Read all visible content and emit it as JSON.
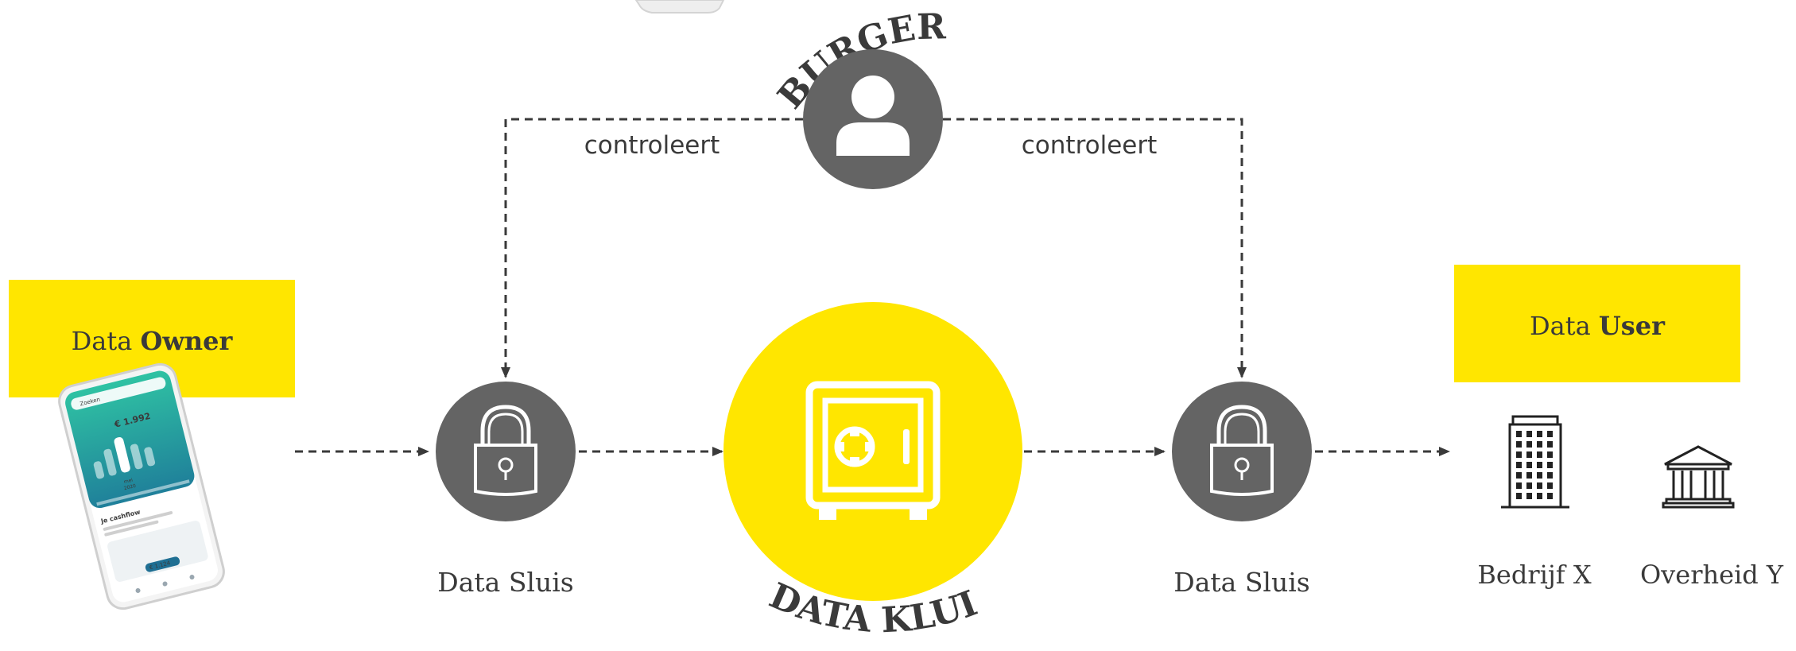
{
  "burger": {
    "label": "BURGER"
  },
  "vault": {
    "label": "DATA KLUIS"
  },
  "owner": {
    "prefix": "Data ",
    "strong": "Owner"
  },
  "user": {
    "prefix": "Data ",
    "strong": "User"
  },
  "sluis_left": {
    "label": "Data Sluis"
  },
  "sluis_right": {
    "label": "Data Sluis"
  },
  "controls_left": {
    "label": "controleert"
  },
  "controls_right": {
    "label": "controleert"
  },
  "recipients": {
    "company": "Bedrijf X",
    "government": "Overheid Y"
  },
  "phone": {
    "search": "Zoeken",
    "balance": "€ 1.992",
    "month": "mei",
    "year": "2020",
    "cashflow_title": "Je cashflow",
    "cashflow_badge": "€ 1.124"
  },
  "colors": {
    "yellow": "#ffe600",
    "dark": "#646464",
    "line": "#3a3a3a",
    "teal": "#2ab7a0"
  }
}
